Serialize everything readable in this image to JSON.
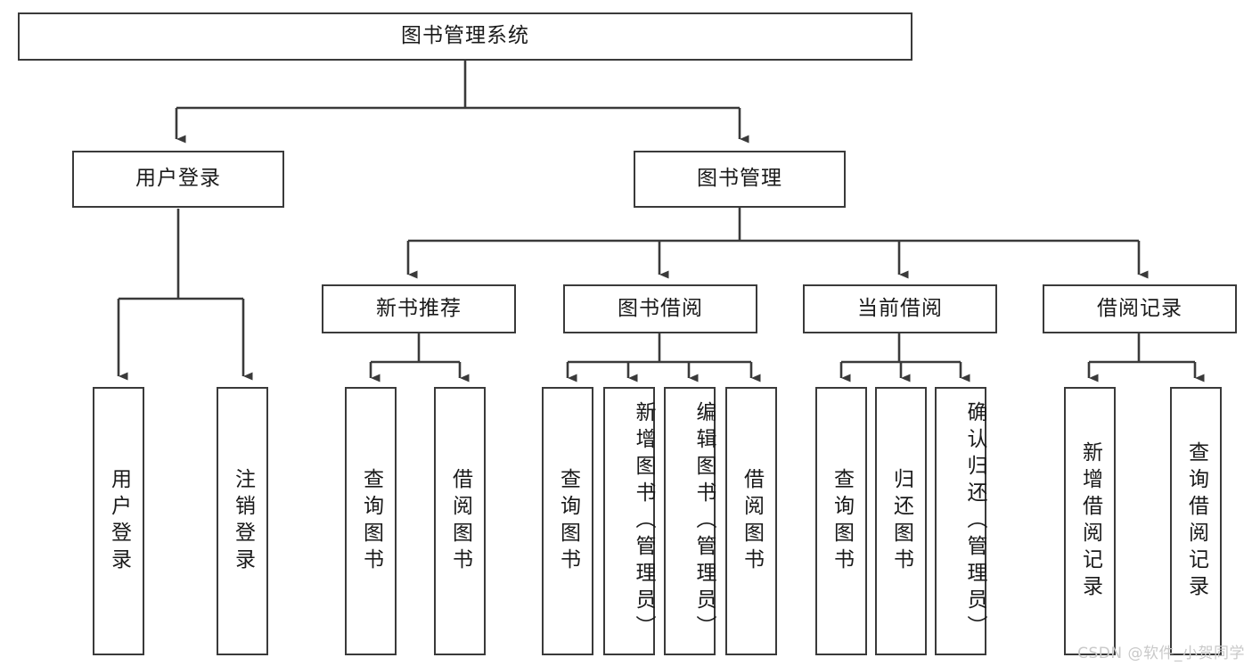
{
  "diagram": {
    "title_node": {
      "label": "图书管理系统"
    },
    "level2": [
      {
        "label": "用户登录"
      },
      {
        "label": "图书管理"
      }
    ],
    "level3": [
      {
        "label": "新书推荐"
      },
      {
        "label": "图书借阅"
      },
      {
        "label": "当前借阅"
      },
      {
        "label": "借阅记录"
      }
    ],
    "leaves": {
      "user_login": [
        {
          "label": "用户登录"
        },
        {
          "label": "注销登录"
        }
      ],
      "new_book_recommend": [
        {
          "label": "查询图书"
        },
        {
          "label": "借阅图书"
        }
      ],
      "book_borrow": [
        {
          "label": "查询图书"
        },
        {
          "label": "新增图书（管理员）"
        },
        {
          "label": "编辑图书（管理员）"
        },
        {
          "label": "借阅图书"
        }
      ],
      "current_borrow": [
        {
          "label": "查询图书"
        },
        {
          "label": "归还图书"
        },
        {
          "label": "确认归还（管理员）"
        }
      ],
      "borrow_record": [
        {
          "label": "新增借阅记录"
        },
        {
          "label": "查询借阅记录"
        }
      ]
    },
    "watermark": {
      "text": "CSDN @软件_小贺同学"
    },
    "colors": {
      "stroke": "#3a3a3a",
      "background": "#ffffff",
      "text": "#1a1a1a",
      "watermark": "#c9c9c9"
    }
  }
}
